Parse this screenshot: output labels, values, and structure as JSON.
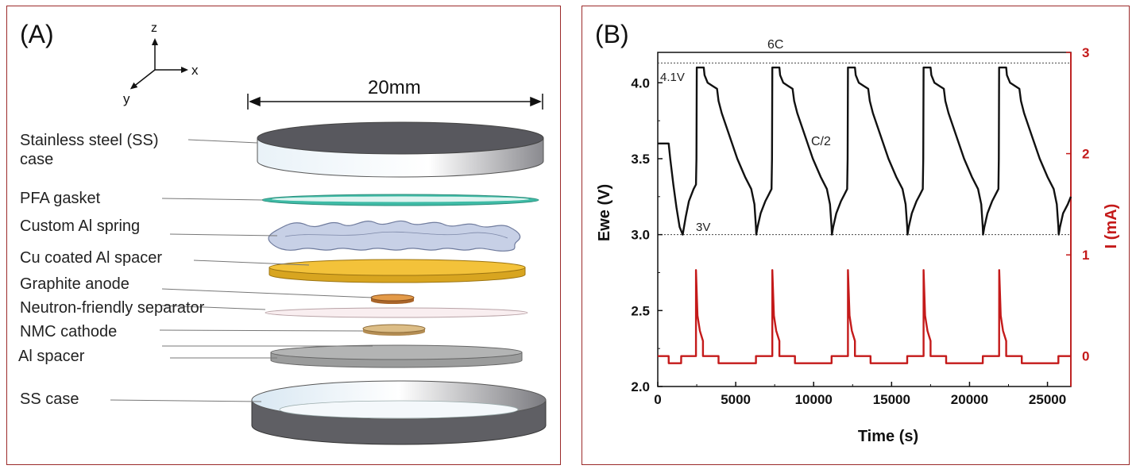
{
  "panel_a": {
    "label": "(A)",
    "axes": {
      "z": "z",
      "x": "x",
      "y": "y"
    },
    "dimension": "20mm",
    "components": [
      "Stainless steel (SS)",
      "case",
      "PFA gasket",
      "Custom Al spring",
      "Cu coated Al spacer",
      "Graphite anode",
      "Neutron-friendly separator",
      "NMC cathode",
      "Al spacer",
      "SS case"
    ]
  },
  "panel_b": {
    "label": "(B)",
    "annotations": {
      "upper_rate": "6C",
      "upper_voltage": "4.1V",
      "lower_rate": "C/2",
      "lower_voltage": "3V"
    },
    "colors": {
      "voltage": "#111111",
      "current": "#c41a1a"
    }
  },
  "chart_data": {
    "type": "line",
    "xlabel": "Time (s)",
    "ylabel": "Ewe (V)",
    "y2label": "I (mA)",
    "xlim": [
      0,
      26500
    ],
    "ylim": [
      2.0,
      4.2
    ],
    "y2lim": [
      -0.3,
      3.0
    ],
    "xticks": [
      0,
      5000,
      10000,
      15000,
      20000,
      25000
    ],
    "yticks": [
      2.0,
      2.5,
      3.0,
      3.5,
      4.0
    ],
    "y2ticks": [
      0,
      1,
      2,
      3
    ],
    "reference_lines": [
      {
        "axis": "y",
        "value": 4.13
      },
      {
        "axis": "y",
        "value": 3.0
      }
    ],
    "series": [
      {
        "axis": "left",
        "x": [
          0,
          700,
          800,
          1000,
          1200,
          1400,
          1600,
          1800,
          2000,
          2300,
          2450,
          2480,
          2500,
          2950,
          3000,
          3200,
          3500,
          3800,
          3900,
          4100,
          4600,
          5100,
          5600,
          6000,
          6200,
          6300,
          6320,
          6400,
          6600,
          6900,
          7100,
          7300,
          7330,
          7350,
          7800,
          7850,
          8050,
          8350,
          8650,
          8750,
          8950,
          9450,
          9950,
          10450,
          10850,
          11050,
          11150,
          11170,
          11250,
          11450,
          11750,
          11950,
          12150,
          12180,
          12200,
          12650,
          12700,
          12900,
          13200,
          13500,
          13600,
          13800,
          14300,
          14800,
          15300,
          15700,
          15900,
          16000,
          16020,
          16100,
          16300,
          16600,
          16800,
          17000,
          17030,
          17050,
          17500,
          17550,
          17750,
          18050,
          18350,
          18450,
          18650,
          19150,
          19650,
          20150,
          20550,
          20750,
          20850,
          20870,
          20950,
          21150,
          21450,
          21650,
          21850,
          21880,
          21900,
          22350,
          22400,
          22600,
          22900,
          23200,
          23300,
          23500,
          24000,
          24500,
          25000,
          25400,
          25600,
          25700,
          25720,
          25800,
          26000,
          26300,
          26500
        ],
        "y": [
          3.6,
          3.6,
          3.5,
          3.33,
          3.18,
          3.05,
          3.0,
          3.12,
          3.22,
          3.3,
          3.33,
          3.5,
          4.1,
          4.1,
          4.05,
          4.0,
          3.98,
          3.96,
          3.88,
          3.8,
          3.65,
          3.5,
          3.38,
          3.3,
          3.2,
          3.05,
          3.0,
          3.05,
          3.14,
          3.22,
          3.26,
          3.3,
          3.5,
          4.1,
          4.1,
          4.05,
          4.0,
          3.98,
          3.96,
          3.88,
          3.8,
          3.65,
          3.5,
          3.38,
          3.3,
          3.2,
          3.05,
          3.0,
          3.05,
          3.14,
          3.22,
          3.26,
          3.3,
          3.5,
          4.1,
          4.1,
          4.05,
          4.0,
          3.98,
          3.96,
          3.88,
          3.8,
          3.65,
          3.5,
          3.38,
          3.3,
          3.2,
          3.05,
          3.0,
          3.05,
          3.14,
          3.22,
          3.26,
          3.3,
          3.5,
          4.1,
          4.1,
          4.05,
          4.0,
          3.98,
          3.96,
          3.88,
          3.8,
          3.65,
          3.5,
          3.38,
          3.3,
          3.2,
          3.05,
          3.0,
          3.05,
          3.14,
          3.22,
          3.26,
          3.3,
          3.5,
          4.1,
          4.1,
          4.05,
          4.0,
          3.98,
          3.96,
          3.88,
          3.8,
          3.65,
          3.5,
          3.38,
          3.3,
          3.2,
          3.05,
          3.0,
          3.05,
          3.14,
          3.2,
          3.25
        ]
      },
      {
        "axis": "right",
        "x": [
          0,
          700,
          701,
          1500,
          1501,
          2400,
          2401,
          2450,
          2451,
          2550,
          2700,
          2900,
          2901,
          3900,
          3901,
          6300,
          6301,
          7300,
          7301,
          7350,
          7351,
          7450,
          7600,
          7800,
          7801,
          8800,
          8801,
          11150,
          11151,
          12150,
          12151,
          12200,
          12201,
          12300,
          12450,
          12650,
          12651,
          13650,
          13651,
          16000,
          16001,
          17000,
          17001,
          17050,
          17051,
          17150,
          17300,
          17500,
          17501,
          18500,
          18501,
          20850,
          20851,
          21850,
          21851,
          21900,
          21901,
          22000,
          22150,
          22350,
          22351,
          23350,
          23351,
          25700,
          25701,
          26500
        ],
        "y": [
          0.0,
          0.0,
          -0.07,
          -0.07,
          0.0,
          0.0,
          0.0,
          0.0,
          0.85,
          0.4,
          0.25,
          0.15,
          0.0,
          0.0,
          -0.07,
          -0.07,
          0.0,
          0.0,
          0.0,
          0.0,
          0.85,
          0.4,
          0.25,
          0.15,
          0.0,
          0.0,
          -0.07,
          -0.07,
          0.0,
          0.0,
          0.0,
          0.0,
          0.85,
          0.4,
          0.25,
          0.15,
          0.0,
          0.0,
          -0.07,
          -0.07,
          0.0,
          0.0,
          0.0,
          0.0,
          0.85,
          0.4,
          0.25,
          0.15,
          0.0,
          0.0,
          -0.07,
          -0.07,
          0.0,
          0.0,
          0.0,
          0.0,
          0.85,
          0.4,
          0.25,
          0.15,
          0.0,
          0.0,
          -0.07,
          -0.07,
          0.0,
          0.0
        ]
      }
    ]
  }
}
